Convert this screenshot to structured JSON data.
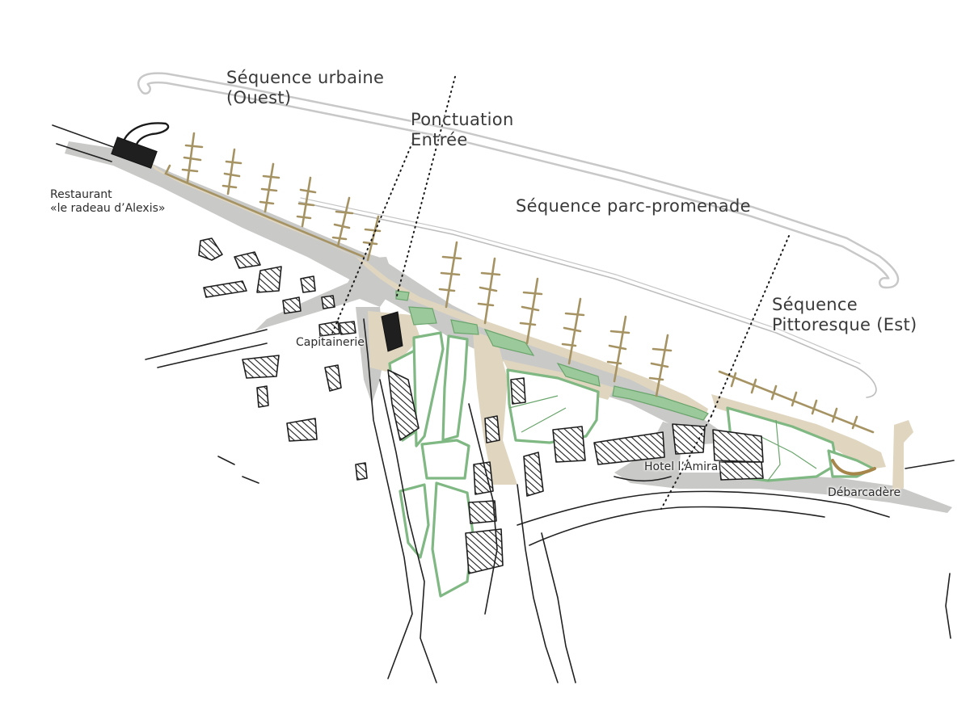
{
  "map": {
    "sequences": [
      {
        "id": "ouest",
        "line1": "Séquence urbaine",
        "line2": "(Ouest)"
      },
      {
        "id": "entree",
        "line1": "Ponctuation",
        "line2": "Entrée"
      },
      {
        "id": "parc",
        "line1": "Séquence parc-promenade"
      },
      {
        "id": "est",
        "line1": "Séquence",
        "line2": "Pittoresque (Est)"
      }
    ],
    "places": {
      "restaurant_line1": "Restaurant",
      "restaurant_line2": "«le radeau d’Alexis»",
      "capitainerie": "Capitainerie",
      "hotel": "Hotel l’Amiral",
      "debarcadere": "Débarcadère"
    },
    "colors": {
      "road": "#c9c9c7",
      "promenade": "#e0d6c0",
      "park_outline": "#7fb882",
      "park_fill": "#9cc99b",
      "pier": "#a69363",
      "building": "#1e1e1e"
    }
  }
}
